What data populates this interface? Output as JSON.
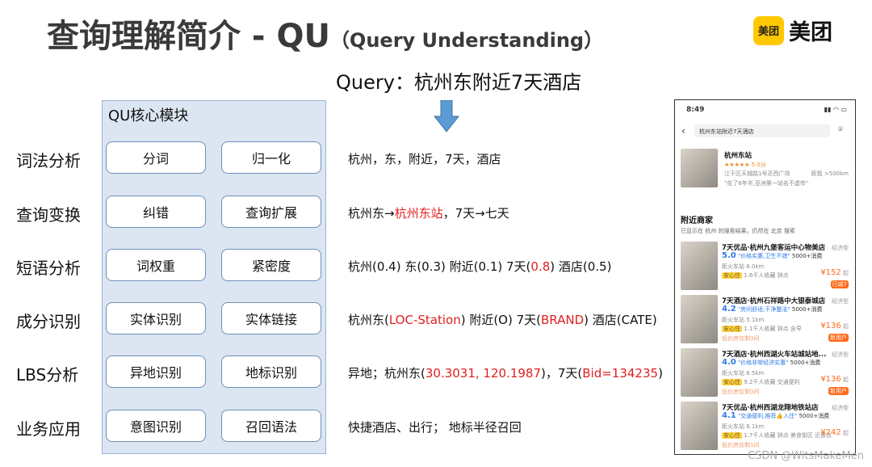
{
  "slide": {
    "title": "查询理解简介 - QU",
    "subtitle": "（Query Understanding）",
    "query": "Query：杭州东附近7天酒店",
    "panel_title": "QU核心模块"
  },
  "logo": {
    "badge": "美团",
    "text": "美团",
    "color": "#ffc800"
  },
  "rows": [
    {
      "label": "词法分析",
      "buttons": [
        "分词",
        "归一化"
      ],
      "desc": [
        {
          "t": "杭州，东，附近，7天，酒店",
          "red": false
        }
      ]
    },
    {
      "label": "查询变换",
      "buttons": [
        "纠错",
        "查询扩展"
      ],
      "desc": [
        {
          "t": "杭州东→",
          "red": false
        },
        {
          "t": "杭州东站",
          "red": true
        },
        {
          "t": "，7天→七天",
          "red": false
        }
      ]
    },
    {
      "label": "短语分析",
      "buttons": [
        "词权重",
        "紧密度"
      ],
      "desc": [
        {
          "t": "杭州(0.4)   东(0.3)   附近(0.1)   7天(",
          "red": false
        },
        {
          "t": "0.8",
          "red": true
        },
        {
          "t": ")   酒店(0.5)",
          "red": false
        }
      ]
    },
    {
      "label": "成分识别",
      "buttons": [
        "实体识别",
        "实体链接"
      ],
      "desc": [
        {
          "t": "杭州东(",
          "red": false
        },
        {
          "t": "LOC-Station",
          "red": true
        },
        {
          "t": ")   附近(O)   7天(",
          "red": false
        },
        {
          "t": "BRAND",
          "red": true
        },
        {
          "t": ")   酒店(CATE)",
          "red": false
        }
      ]
    },
    {
      "label": "LBS分析",
      "buttons": [
        "异地识别",
        "地标识别"
      ],
      "desc": [
        {
          "t": "异地；杭州东(",
          "red": false
        },
        {
          "t": "30.3031, 120.1987",
          "red": true
        },
        {
          "t": ")，7天(",
          "red": false
        },
        {
          "t": "Bid=134235",
          "red": true
        },
        {
          "t": ")",
          "red": false
        }
      ]
    },
    {
      "label": "业务应用",
      "buttons": [
        "意图识别",
        "召回语法"
      ],
      "desc": [
        {
          "t": "快捷酒店、出行； 地标半径召回",
          "red": false
        }
      ]
    }
  ],
  "phone": {
    "time": "8:49",
    "search": "杭州东站附近7天酒店",
    "poi": {
      "name": "杭州东站",
      "rating": "★★★★★ 5.0分",
      "address": "江干区天城路1号近西广场",
      "distance": "距我 >500km",
      "quote": "\"花了6年半,亚洲第一站名不虚传\""
    },
    "section": "附近商家",
    "notice": "已显示在 杭州 的搜索结果，仍然在 北京 搜索",
    "hotels": [
      {
        "name": "7天优品·杭州九堡客运中心物美店",
        "type": "经济型",
        "score": "5.0",
        "comment": "\"价格实惠,卫生不错\"",
        "sales": "5000+消费",
        "dist": "距火车站 6.0km",
        "tag": "安心住",
        "info": "1.6千人收藏  钟点",
        "price": "¥152",
        "price_suffix": "起",
        "badge": "已减7",
        "lowprice": ""
      },
      {
        "name": "7天酒店·杭州石祥路中大银泰城店",
        "type": "经济型",
        "score": "4.2",
        "comment": "\"房间舒适,干净整洁\"",
        "sales": "5000+消费",
        "dist": "距火车站 5.1km",
        "tag": "安心住",
        "info": "1.1千人收藏  钟点  含早",
        "price": "¥136",
        "price_suffix": "起",
        "badge": "新用户",
        "lowprice": "低价房仅剩3间"
      },
      {
        "name": "7天酒店·杭州西湖火车站城站地...",
        "type": "经济型",
        "score": "4.0",
        "comment": "\"价格非常经济实惠\"",
        "sales": "5000+消费",
        "dist": "距火车站 6.5km",
        "tag": "安心住",
        "info": "9.2千人收藏  交通便利",
        "price": "¥136",
        "price_suffix": "起",
        "badge": "新用户",
        "lowprice": "低价房仅剩3间"
      },
      {
        "name": "7天优品·杭州西湖龙翔地铁站店",
        "type": "经济型",
        "score": "4.1",
        "comment": "\"交通便利,推荐👍入住\"",
        "sales": "5000+消费",
        "dist": "距火车站 6.1km",
        "tag": "安心住",
        "info": "1.7千人收藏  钟点  美食街区  近景点",
        "price": "¥242",
        "price_suffix": "起",
        "badge": "",
        "lowprice": "低价房仅剩1间"
      }
    ]
  },
  "watermark": "CSDN @WitsMakeMen"
}
